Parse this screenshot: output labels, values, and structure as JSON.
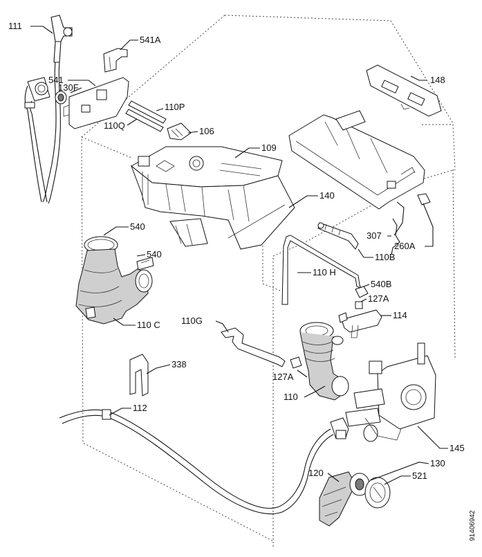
{
  "labels": {
    "l111": "111",
    "l541A": "541A",
    "l541": "541",
    "l130F": "130F",
    "l148": "148",
    "l110P": "110P",
    "l110Q": "110Q",
    "l106": "106",
    "l109": "109",
    "l140": "140",
    "l307": "307",
    "l260A": "260A",
    "l540a": "540",
    "l540b": "540",
    "l110B": "110B",
    "l110H": "110 H",
    "l540B": "540B",
    "l127A_top": "127A",
    "l114": "114",
    "l110C": "110 C",
    "l110G": "110G",
    "l338": "338",
    "l127A_bottom": "127A",
    "l110": "110",
    "l112": "112",
    "l145": "145",
    "l130": "130",
    "l120": "120",
    "l521": "521",
    "code": "91406942"
  }
}
